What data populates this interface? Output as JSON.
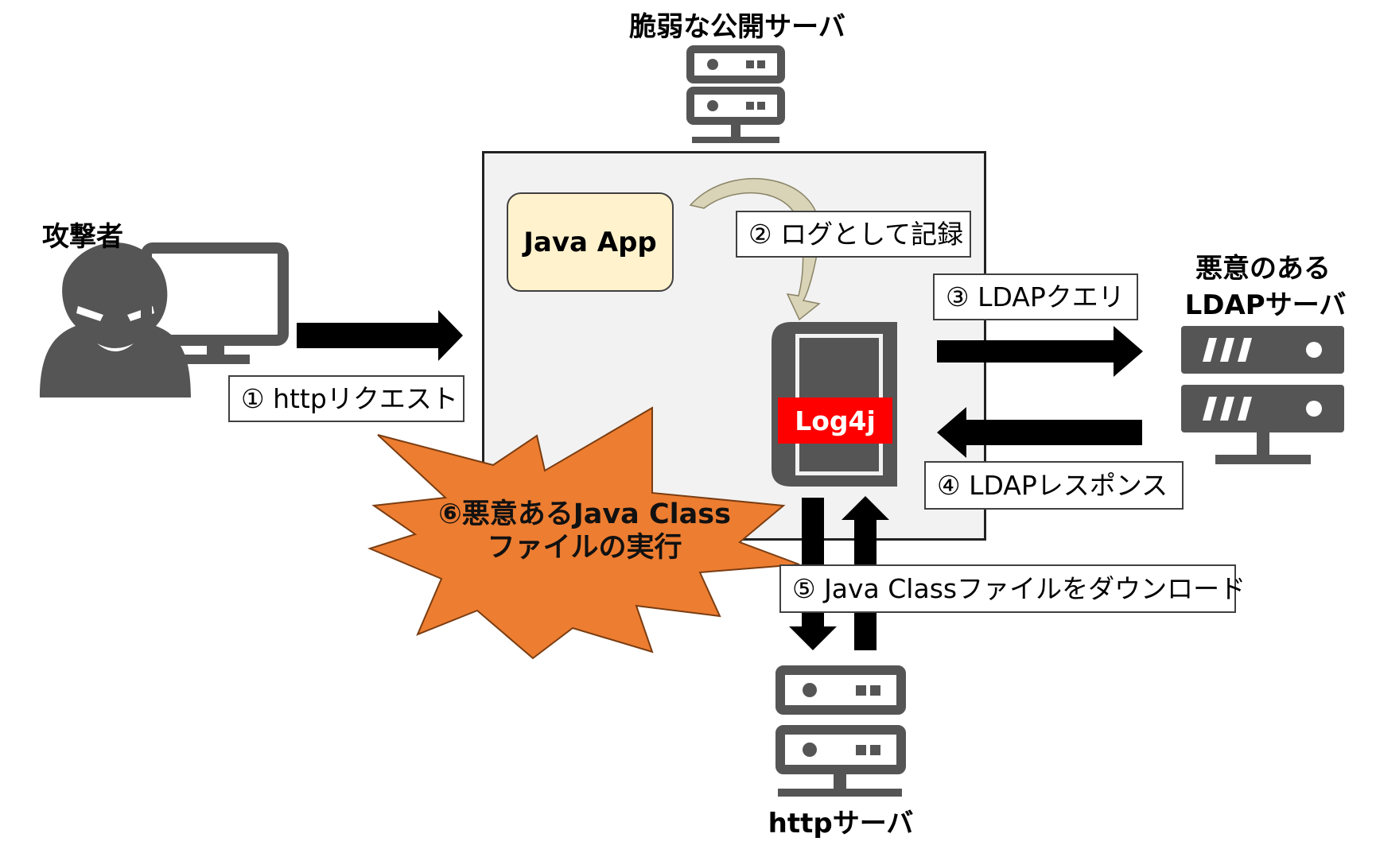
{
  "nodes": {
    "vulnerable_server": {
      "label": "脆弱な公開サーバ"
    },
    "attacker": {
      "label": "攻撃者"
    },
    "malicious_ldap": {
      "label_line1": "悪意のある",
      "label_line2": "LDAPサーバ"
    },
    "http_server": {
      "label": "httpサーバ"
    },
    "java_app": {
      "label": "Java App"
    },
    "log4j": {
      "label": "Log4j"
    }
  },
  "steps": {
    "step1": "① httpリクエスト",
    "step2": "② ログとして記録",
    "step3": "③ LDAPクエリ",
    "step4": "④ LDAPレスポンス",
    "step5": "⑤ Java Classファイルをダウンロード",
    "step6_line1": "⑥悪意あるJava Class",
    "step6_line2": "ファイルの実行"
  },
  "colors": {
    "icon": "#555555",
    "server_box_fill": "#f2f2f2",
    "java_app_fill": "#fff2cc",
    "log4j_tag": "#ff0000",
    "burst": "#ed7d31",
    "curved_arrow": "#d9d3b8"
  },
  "icons": [
    "server-icon",
    "attacker-icon",
    "monitor-icon",
    "book-icon",
    "ldap-server-icon"
  ]
}
